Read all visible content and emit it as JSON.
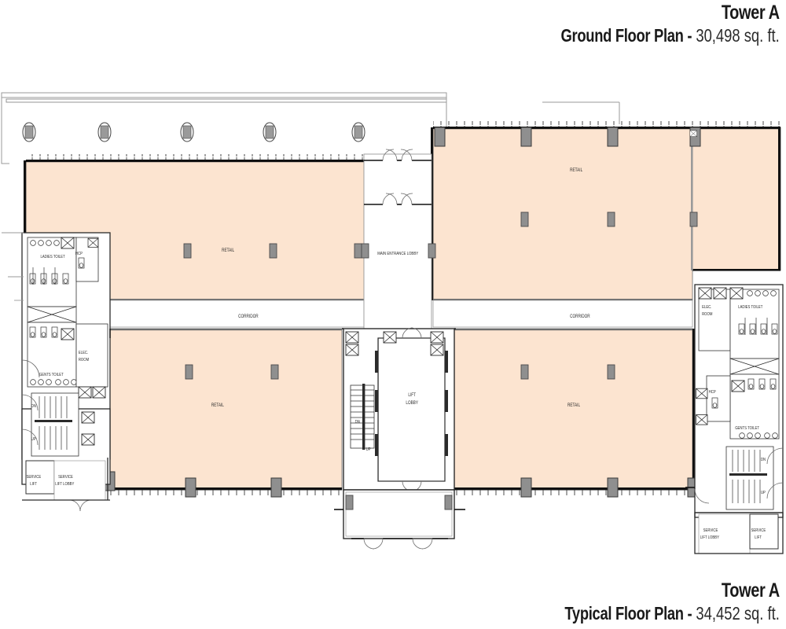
{
  "titles": {
    "top": {
      "tower": "Tower A",
      "plan_label": "Ground Floor Plan -",
      "area": "30,498 sq. ft."
    },
    "bottom": {
      "tower": "Tower A",
      "plan_label": "Typical Floor Plan -",
      "area": "34,452 sq. ft."
    }
  },
  "colors": {
    "retail_fill": "#fce4d0",
    "wall": "#111111",
    "column": "#8f8f8f",
    "column_stroke": "#4a4a4a",
    "thin_line": "#9a9a9a",
    "text": "#2a2a2a",
    "background": "#ffffff"
  },
  "rooms": {
    "retail_nw": "RETAIL",
    "retail_ne": "RETAIL",
    "retail_sw": "RETAIL",
    "retail_se": "RETAIL",
    "corridor_left": "CORRIDOR",
    "corridor_right": "CORRIDOR",
    "main_entrance_lobby": "MAIN ENTRANCE LOBBY",
    "lift_lobby": "LIFT LOBBY",
    "ladies_toilet_left": "LADIES TOILET",
    "gents_toilet_left": "GENTS TOILET",
    "ladies_toilet_right": "LADIES TOILET",
    "gents_toilet_right": "GENTS TOILET",
    "hcp_left": "HCP",
    "hcp_right": "HCP",
    "elec_room_left": "ELEC. ROOM",
    "elec_room_right": "ELEC. ROOM",
    "service_lift_left": "SERVICE LIFT",
    "service_lift_lobby_left": "SERVICE LIFT LOBBY",
    "service_lift_right": "SERVICE LIFT",
    "service_lift_lobby_right": "SERVICE LIFT LOBBY"
  },
  "stairs": {
    "left_dn": "DN",
    "left_up": "UP",
    "center_dn": "DN",
    "center_up": "UP",
    "right_dn": "DN",
    "right_up": "UP"
  },
  "chart_data": {
    "type": "table",
    "title": "Tower A Floor Plans",
    "categories": [
      "Ground Floor Plan",
      "Typical Floor Plan"
    ],
    "values": [
      30498,
      34452
    ],
    "unit": "sq. ft."
  }
}
